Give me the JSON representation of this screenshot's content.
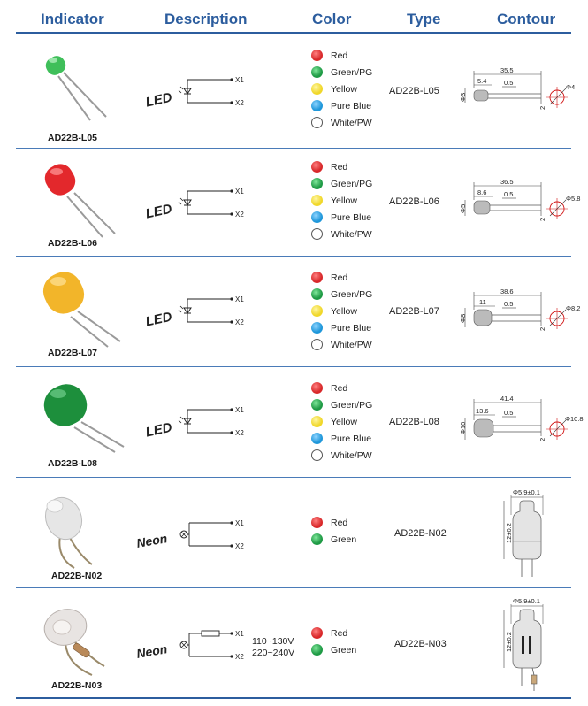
{
  "header": {
    "indicator": "Indicator",
    "description": "Description",
    "color": "Color",
    "type": "Type",
    "contour": "Contour"
  },
  "colors": {
    "accent": "#2c5d9e",
    "red": "#d8282a",
    "green": "#1f9a45",
    "yellow": "#f0d72a",
    "blue": "#1f97da",
    "white": "#ffffff"
  },
  "rows": [
    {
      "part": "AD22B-L05",
      "symbol": "LED",
      "terminals": [
        "X1",
        "X2"
      ],
      "colors": [
        "Red",
        "Green/PG",
        "Yellow",
        "Pure Blue",
        "White/PW"
      ],
      "type": "AD22B-L05",
      "dims": {
        "length": "35.5",
        "head": "5.4",
        "gap": "0.5",
        "dia": "3",
        "pin": "2",
        "bore": "4"
      },
      "led_color": "#3fbf5a"
    },
    {
      "part": "AD22B-L06",
      "symbol": "LED",
      "terminals": [
        "X1",
        "X2"
      ],
      "colors": [
        "Red",
        "Green/PG",
        "Yellow",
        "Pure Blue",
        "White/PW"
      ],
      "type": "AD22B-L06",
      "dims": {
        "length": "36.5",
        "head": "8.6",
        "gap": "0.5",
        "dia": "5",
        "pin": "2",
        "bore": "5.8"
      },
      "led_color": "#e3282c"
    },
    {
      "part": "AD22B-L07",
      "symbol": "LED",
      "terminals": [
        "X1",
        "X2"
      ],
      "colors": [
        "Red",
        "Green/PG",
        "Yellow",
        "Pure Blue",
        "White/PW"
      ],
      "type": "AD22B-L07",
      "dims": {
        "length": "38.6",
        "head": "11",
        "gap": "0.5",
        "dia": "8",
        "pin": "2",
        "bore": "8.2"
      },
      "led_color": "#f2b52a"
    },
    {
      "part": "AD22B-L08",
      "symbol": "LED",
      "terminals": [
        "X1",
        "X2"
      ],
      "colors": [
        "Red",
        "Green/PG",
        "Yellow",
        "Pure Blue",
        "White/PW"
      ],
      "type": "AD22B-L08",
      "dims": {
        "length": "41.4",
        "head": "13.6",
        "gap": "0.5",
        "dia": "10",
        "pin": "2",
        "bore": "10.8"
      },
      "led_color": "#1d8f3c"
    },
    {
      "part": "AD22B-N02",
      "symbol": "Neon",
      "terminals": [
        "X1",
        "X2"
      ],
      "colors": [
        "Red",
        "Green"
      ],
      "type": "AD22B-N02",
      "dims": {
        "width": "5.9±0.1",
        "height": "12±0.2"
      }
    },
    {
      "part": "AD22B-N03",
      "symbol": "Neon",
      "terminals": [
        "X1",
        "X2"
      ],
      "colors": [
        "Red",
        "Green"
      ],
      "type": "AD22B-N03",
      "voltage": [
        "110~130V",
        "220~240V"
      ],
      "dims": {
        "width": "5.9±0.1",
        "height": "12±0.2"
      }
    }
  ]
}
